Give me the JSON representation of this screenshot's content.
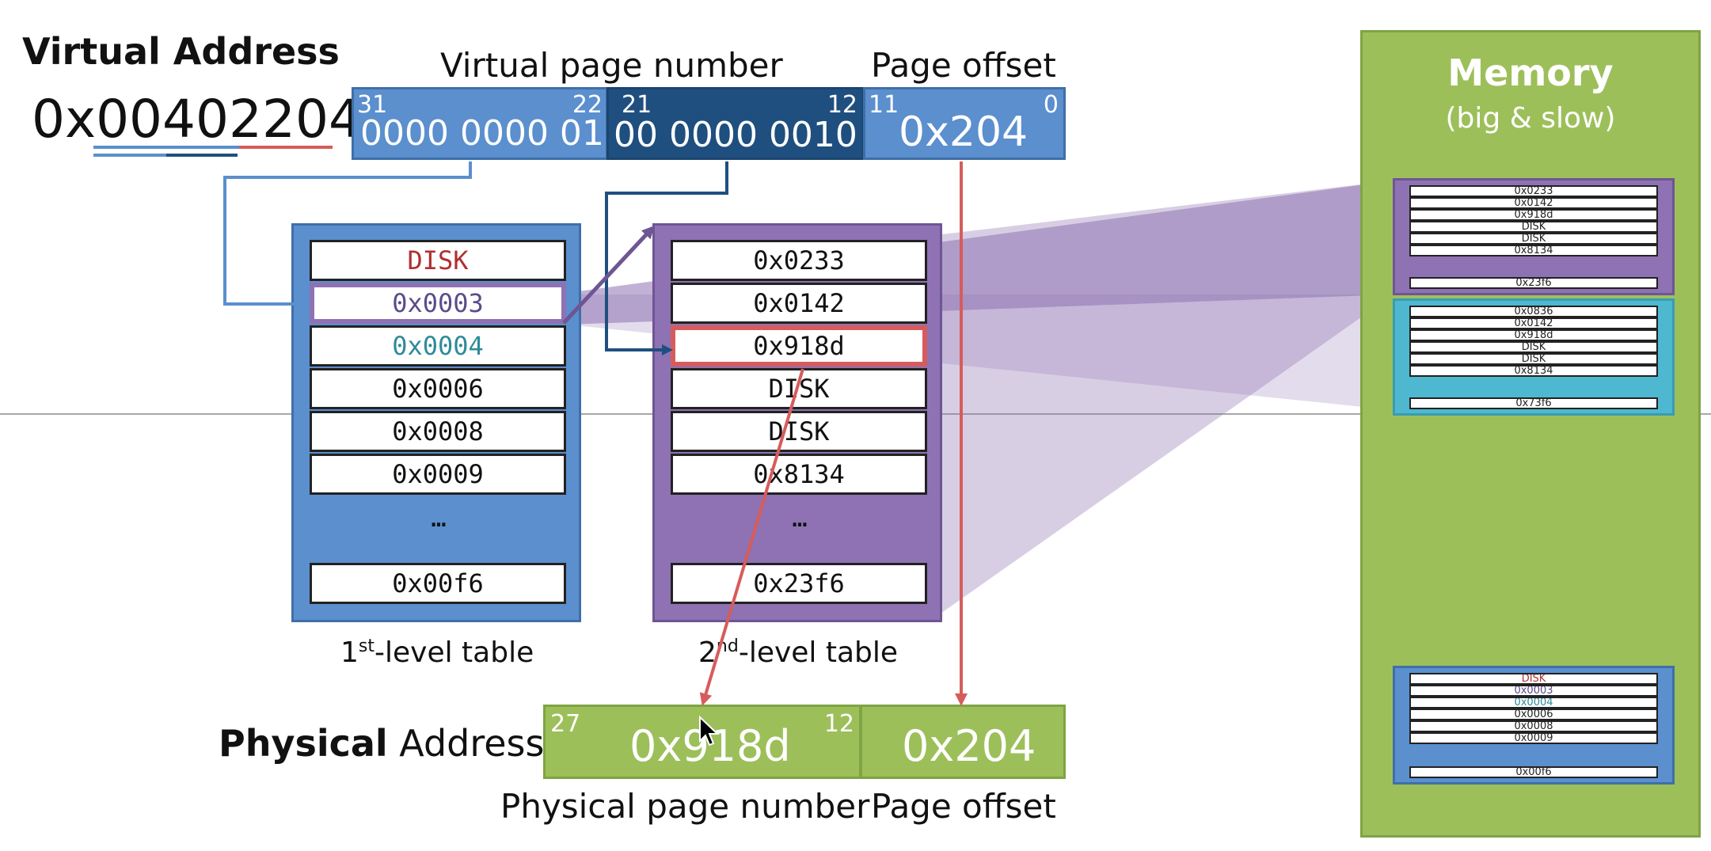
{
  "virtual_address": {
    "label": "Virtual Address",
    "value": "0x00402204",
    "prefix": "0x",
    "part1": "004",
    "part2": "022",
    "part3": "04",
    "vpn_label": "Virtual page number",
    "offset_label": "Page offset",
    "bits": {
      "b31": "31",
      "b22": "22",
      "b21": "21",
      "b12": "12",
      "b11": "11",
      "b0": "0"
    },
    "l1_bits": "0000 0000 01",
    "l2_bits": "00 0000 0010",
    "offset_value": "0x204"
  },
  "first_level_table": {
    "label_pre": "1",
    "label_sup": "st",
    "label_post": "-level table",
    "rows": [
      "DISK",
      "0x0003",
      "0x0004",
      "0x0006",
      "0x0008",
      "0x0009"
    ],
    "ellipsis": "…",
    "last": "0x00f6"
  },
  "second_level_table": {
    "label_pre": "2",
    "label_sup": "nd",
    "label_post": "-level table",
    "rows": [
      "0x0233",
      "0x0142",
      "0x918d",
      "DISK",
      "DISK",
      "0x8134"
    ],
    "ellipsis": "…",
    "last": "0x23f6"
  },
  "memory": {
    "title": "Memory",
    "subtitle": "(big & slow)",
    "block_purple": [
      "0x0233",
      "0x0142",
      "0x918d",
      "DISK",
      "DISK",
      "0x8134",
      "0x23f6"
    ],
    "block_cyan": [
      "0x0836",
      "0x0142",
      "0x918d",
      "DISK",
      "DISK",
      "0x8134",
      "0x73f6"
    ],
    "block_blue": [
      "DISK",
      "0x0003",
      "0x0004",
      "0x0006",
      "0x0008",
      "0x0009",
      "0x00f6"
    ]
  },
  "physical_address": {
    "label_bold": "Physical",
    "label_rest": "Address",
    "bit27": "27",
    "bit12": "12",
    "ppn_value": "0x918d",
    "offset_value": "0x204",
    "ppn_label": "Physical page number",
    "offset_label": "Page offset"
  },
  "colors": {
    "blue": "#5b8fce",
    "dark_blue": "#1f4f7f",
    "purple": "#8e72b3",
    "cyan": "#4eb8d0",
    "green": "#9dbf5a",
    "red": "#d65c5c",
    "disk_red": "#b03030",
    "teal_text": "#2e8b9a"
  }
}
